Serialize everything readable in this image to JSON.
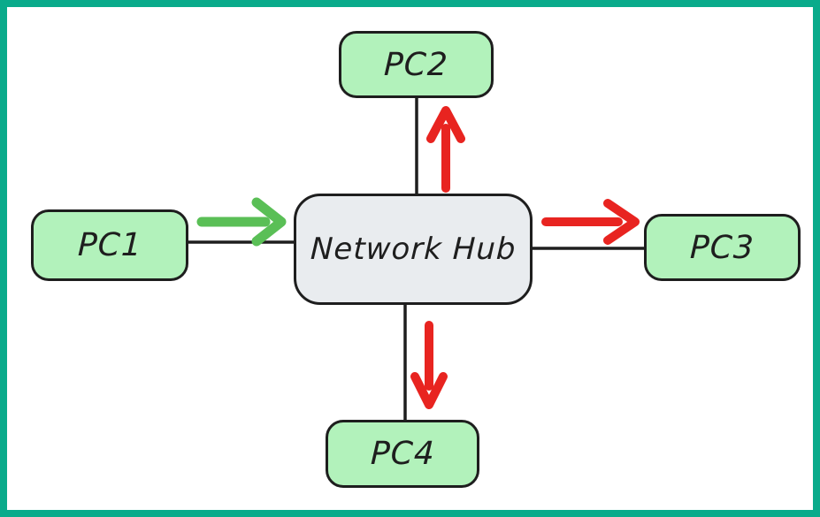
{
  "diagram": {
    "type": "network-topology",
    "nodes": {
      "pc1": {
        "label": "PC1"
      },
      "pc2": {
        "label": "PC2"
      },
      "pc3": {
        "label": "PC3"
      },
      "pc4": {
        "label": "PC4"
      },
      "hub": {
        "label": "Network Hub"
      }
    },
    "edges": [
      {
        "from": "PC1",
        "to": "Network Hub"
      },
      {
        "from": "Network Hub",
        "to": "PC2"
      },
      {
        "from": "Network Hub",
        "to": "PC3"
      },
      {
        "from": "Network Hub",
        "to": "PC4"
      }
    ],
    "arrows": [
      {
        "from": "PC1",
        "to": "Network Hub",
        "direction": "right",
        "color": "#5abf56"
      },
      {
        "from": "Network Hub",
        "to": "PC2",
        "direction": "up",
        "color": "#e82420"
      },
      {
        "from": "Network Hub",
        "to": "PC3",
        "direction": "right",
        "color": "#e82420"
      },
      {
        "from": "Network Hub",
        "to": "PC4",
        "direction": "down",
        "color": "#e82420"
      }
    ]
  },
  "colors": {
    "frame": "#0aab8b",
    "node_fill": "#b2f2bb",
    "hub_fill": "#e9ecef",
    "stroke": "#1e1e1e",
    "incoming_arrow": "#5abf56",
    "broadcast_arrow": "#e82420",
    "background": "#ffffff"
  }
}
